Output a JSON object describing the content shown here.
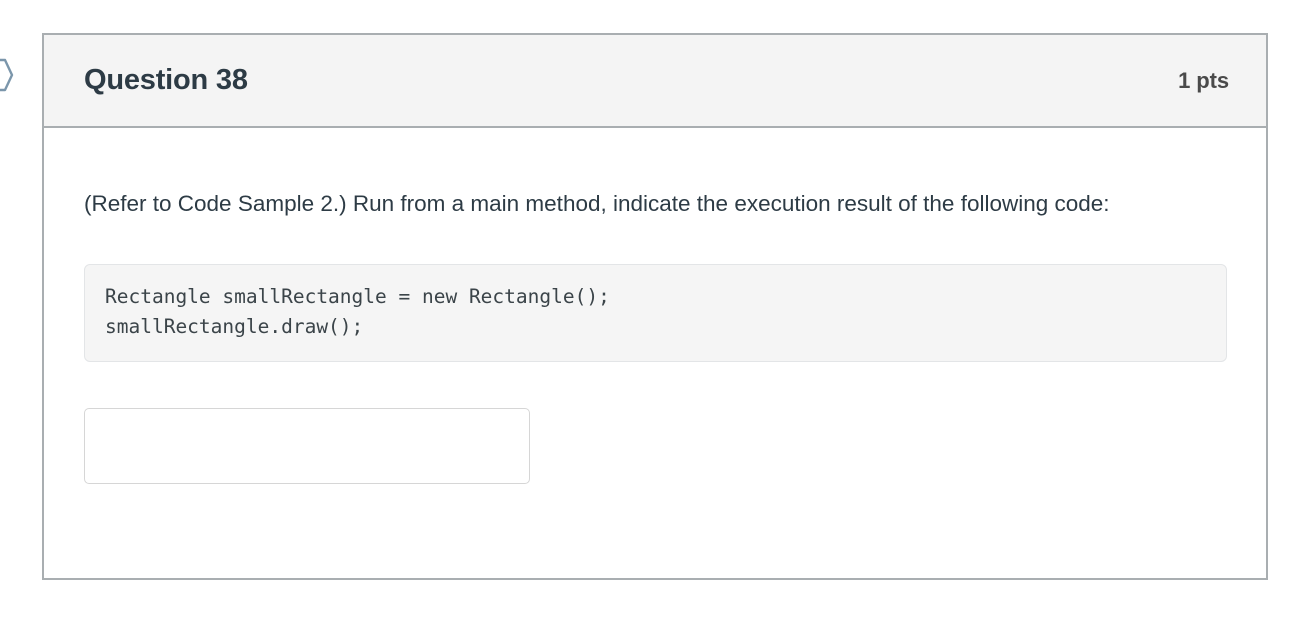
{
  "marker": {
    "icon": "flag-pointer-icon",
    "color": "#7b96ab"
  },
  "question": {
    "header": {
      "title": "Question 38",
      "points": "1 pts"
    },
    "prompt": "(Refer to Code Sample 2.) Run from a main method, indicate the execution result of the following code:",
    "code": "Rectangle smallRectangle = new Rectangle();\nsmallRectangle.draw();",
    "answer": {
      "value": "",
      "placeholder": ""
    }
  },
  "colors": {
    "card_border": "#a9aeb1",
    "header_background": "#f4f4f4",
    "text": "#2d3b45",
    "code_background": "#f5f5f5",
    "code_border": "#e3e5e7",
    "input_border": "#d6d6d6"
  }
}
